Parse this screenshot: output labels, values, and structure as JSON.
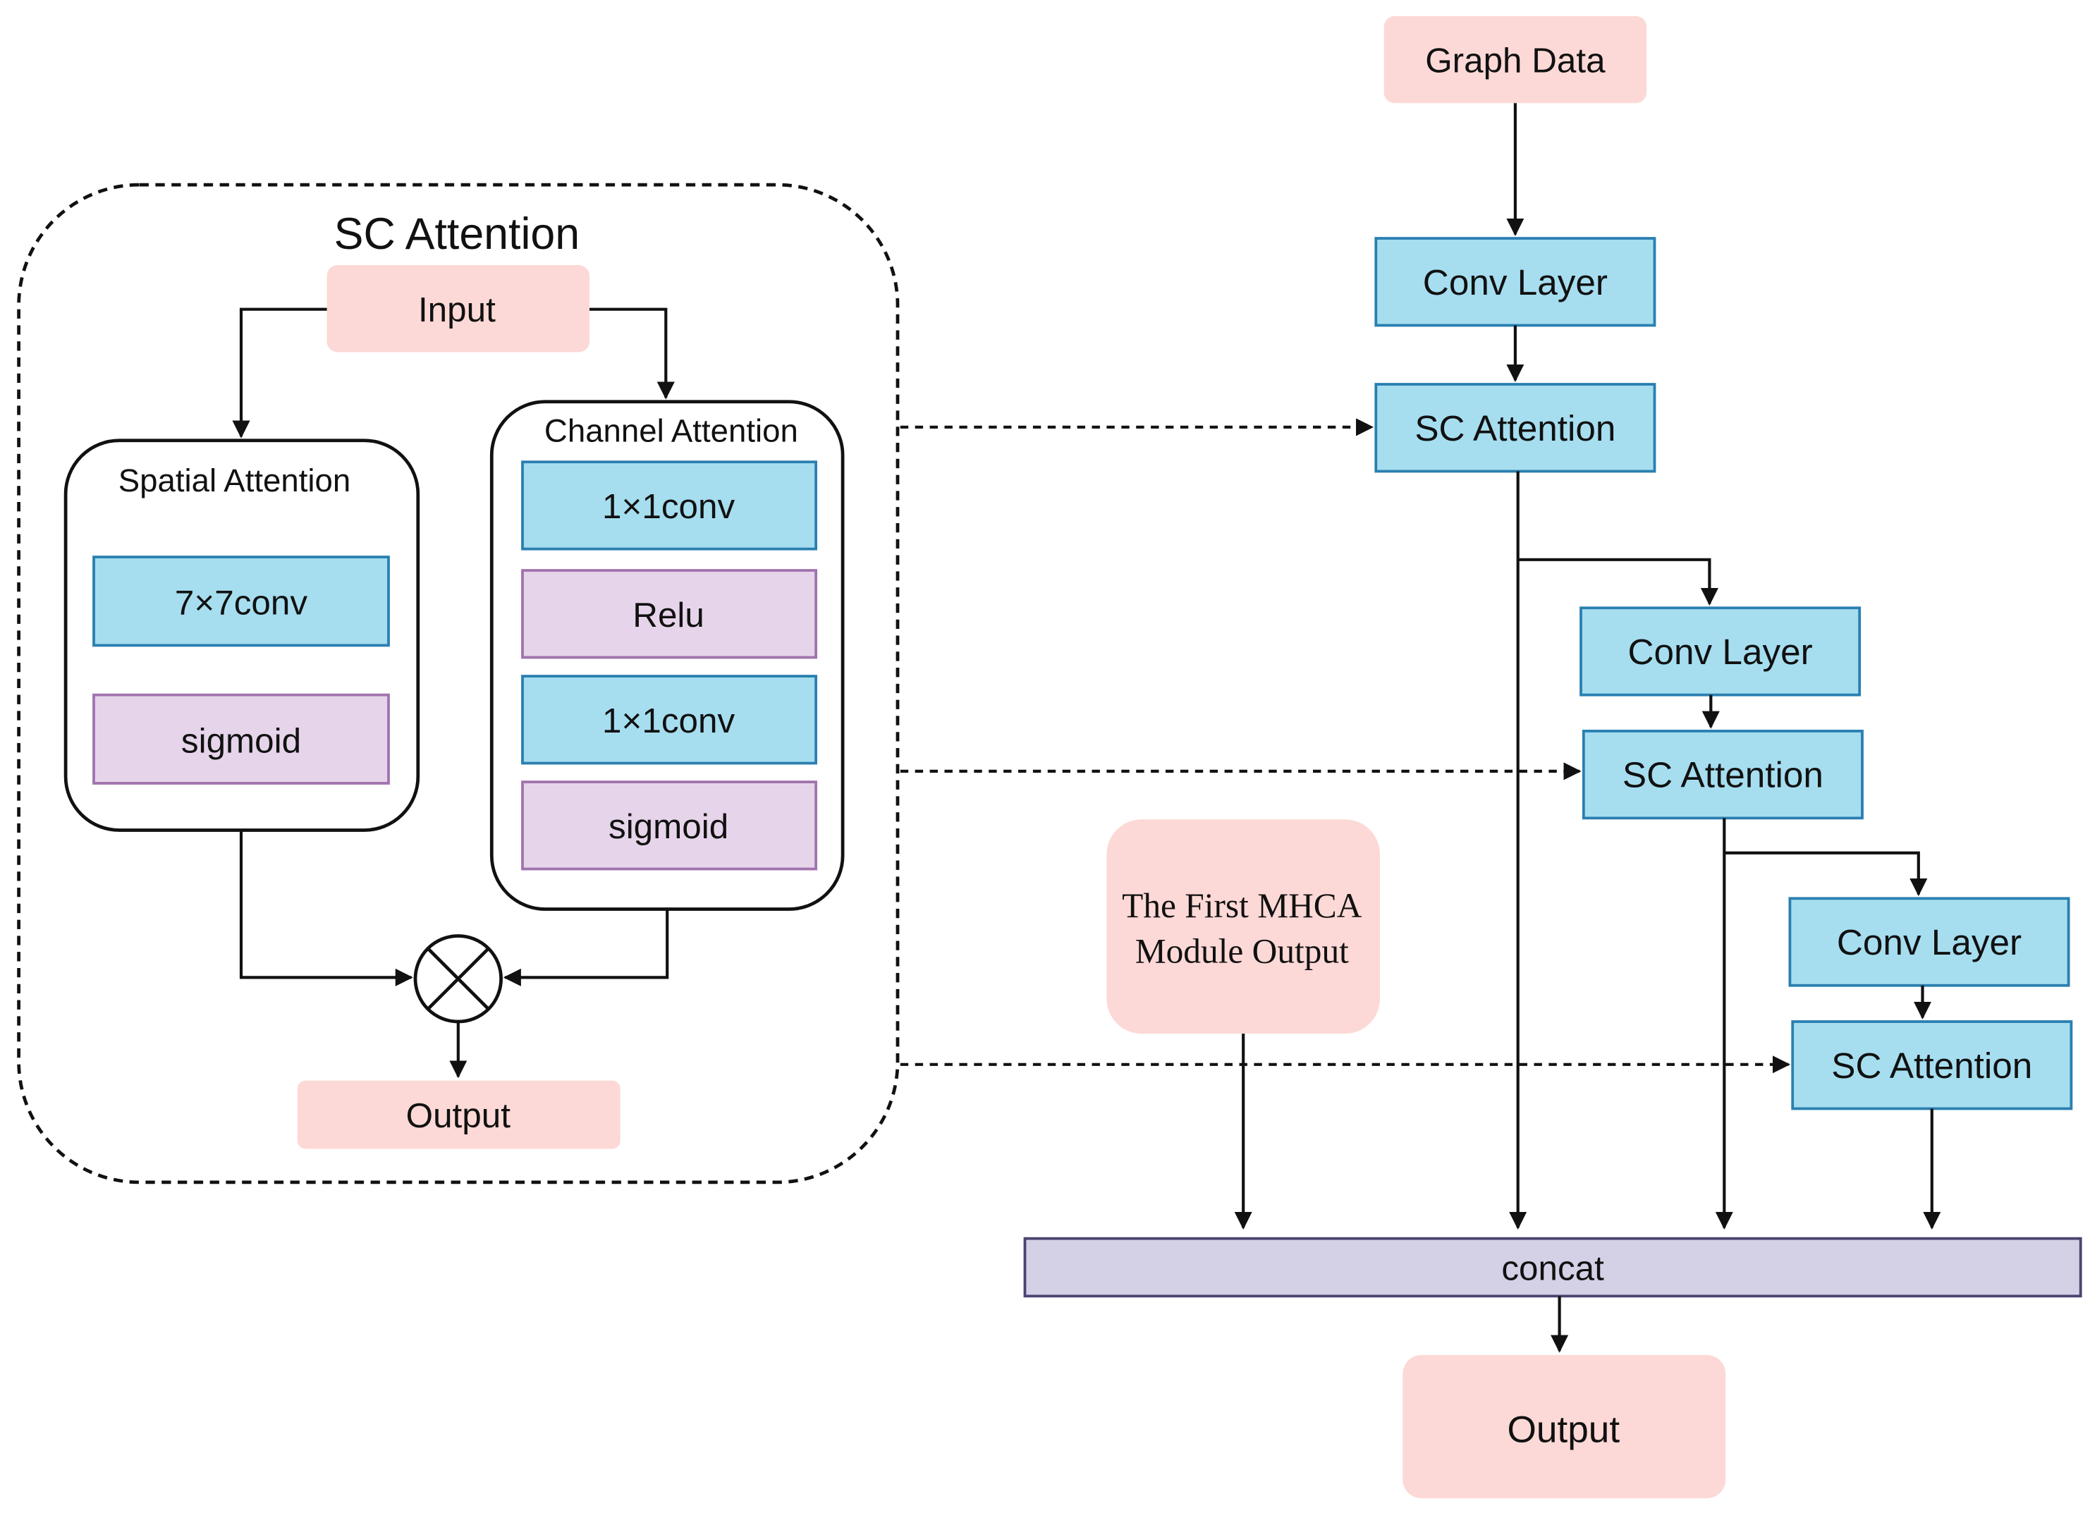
{
  "sc_module": {
    "title": "SC Attention",
    "input": "Input",
    "output": "Output",
    "spatial": {
      "title": "Spatial Attention",
      "layers": [
        "7×7conv",
        "sigmoid"
      ]
    },
    "channel": {
      "title": "Channel Attention",
      "layers": [
        "1×1conv",
        "Relu",
        "1×1conv",
        "sigmoid"
      ]
    },
    "multiply_symbol": "⊗"
  },
  "pipeline": {
    "graph_data": "Graph Data",
    "blocks": [
      {
        "conv": "Conv Layer",
        "attention": "SC Attention"
      },
      {
        "conv": "Conv Layer",
        "attention": "SC Attention"
      },
      {
        "conv": "Conv Layer",
        "attention": "SC Attention"
      }
    ],
    "mhca_output": [
      "The First MHCA",
      "Module Output"
    ],
    "concat": "concat",
    "output": "Output"
  },
  "colors": {
    "pink_box": "#fcd9d6",
    "blue_box": "#a6def0",
    "blue_border": "#2a7fb0",
    "purple_box": "#e6d5ea",
    "purple_border": "#a173ad",
    "concat_fill": "#d4d0e6",
    "concat_border": "#4b4470"
  }
}
